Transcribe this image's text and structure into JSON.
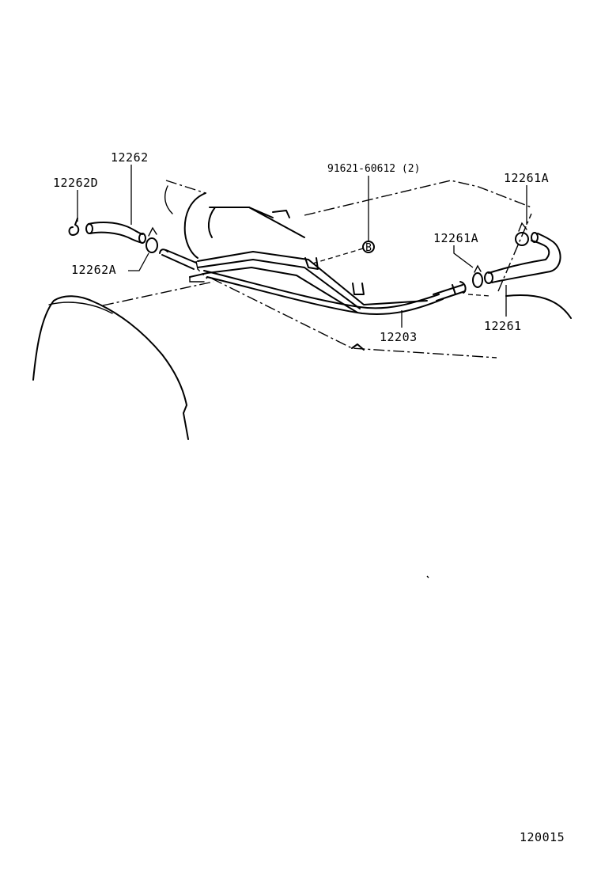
{
  "diagram": {
    "labels": {
      "p12262": "12262",
      "p12262D": "12262D",
      "p12262A": "12262A",
      "p91621": "91621-60612 (2)",
      "p12261A_top": "12261A",
      "p12261A_mid": "12261A",
      "p12261": "12261",
      "p12203": "12203",
      "bolt_mark": "B"
    },
    "figure_number": "120015"
  }
}
